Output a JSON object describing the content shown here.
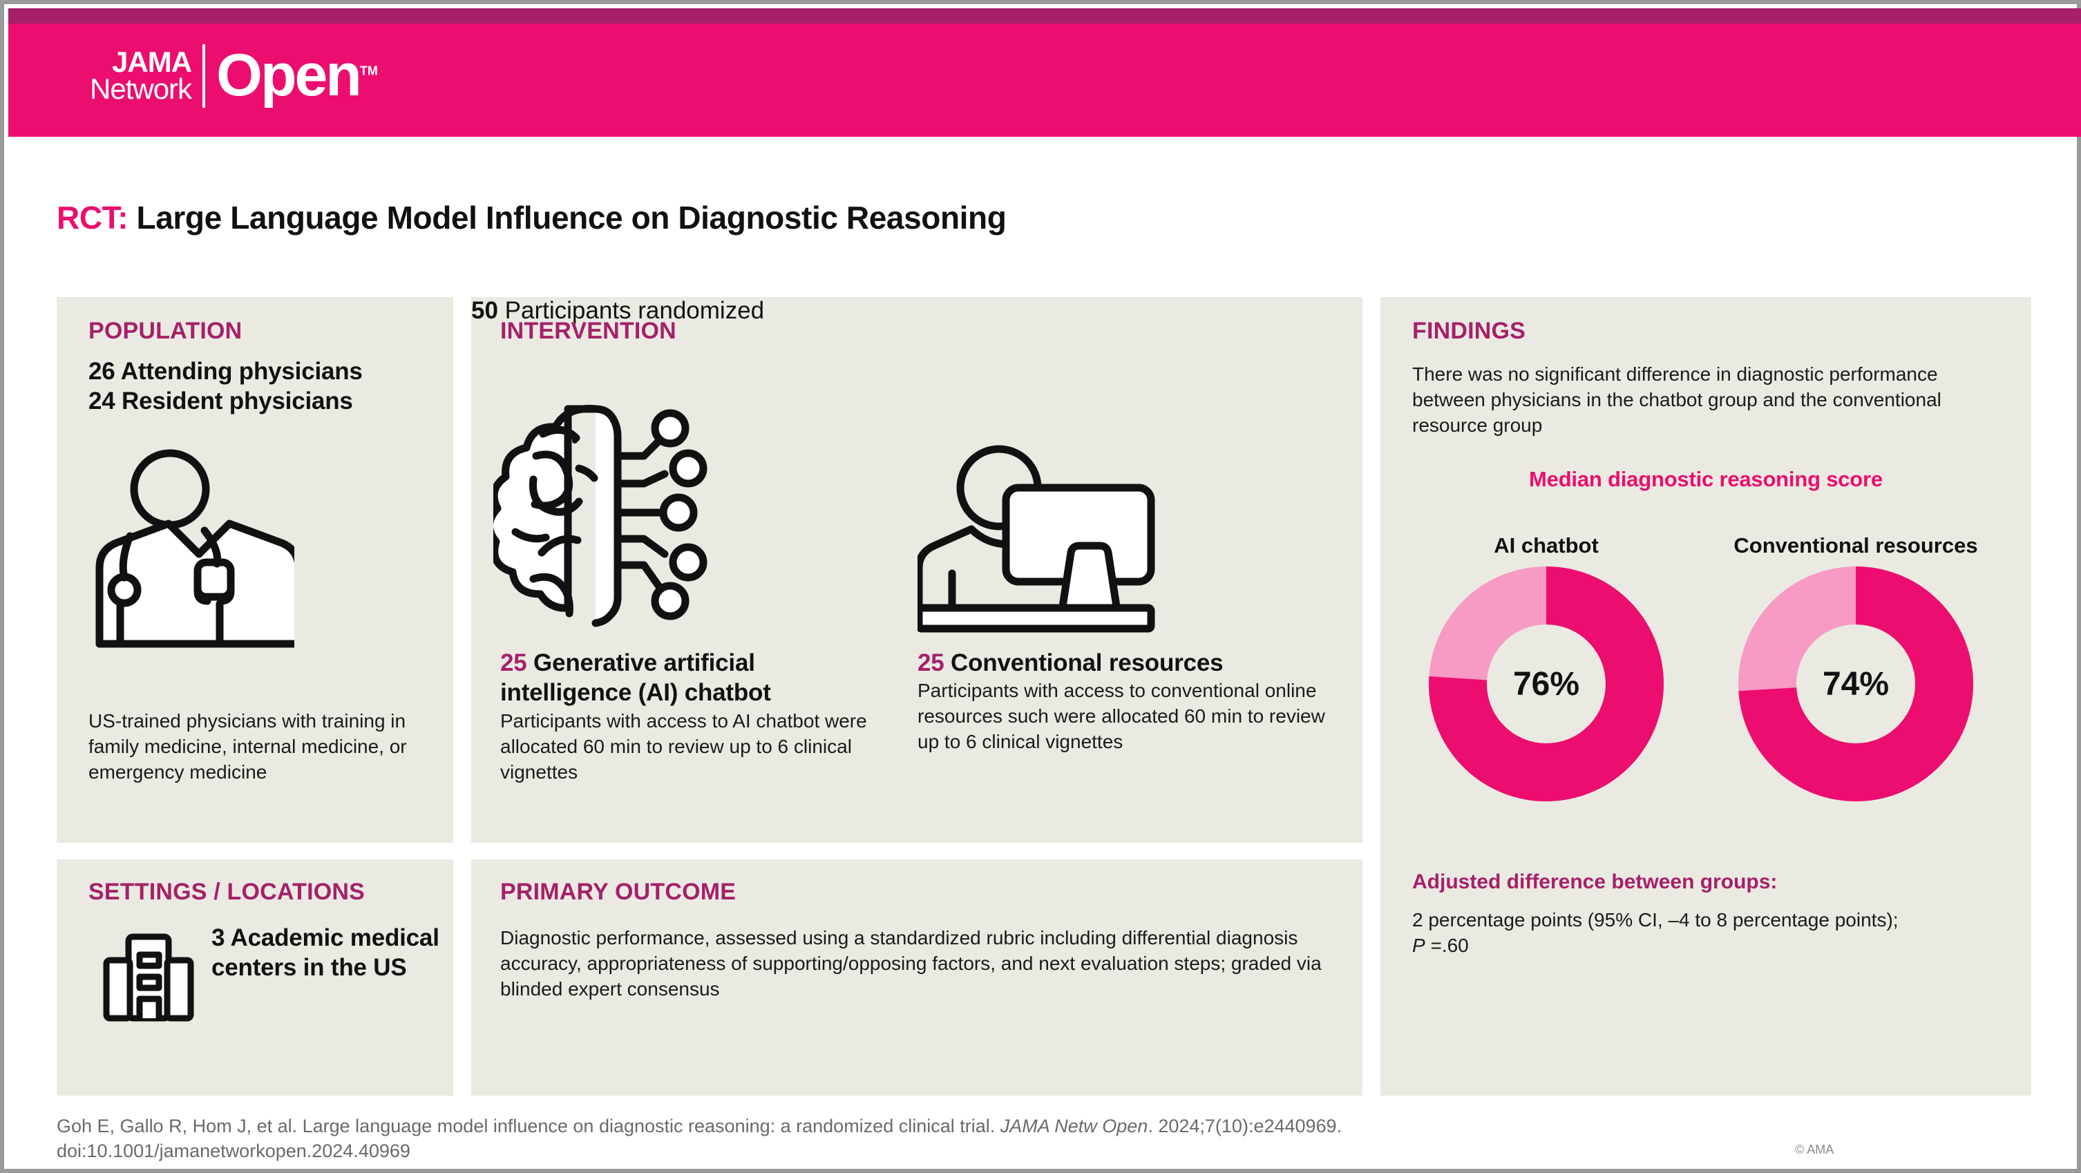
{
  "brand": {
    "line1": "JAMA",
    "line2": "Network",
    "open": "Open",
    "tm": "TM",
    "bar_color": "#ec0e6e",
    "stripe_color": "#a52069"
  },
  "title": {
    "prefix": "RCT:",
    "text": " Large Language Model Influence on Diagnostic Reasoning"
  },
  "colors": {
    "accent_magenta": "#ec0e6e",
    "accent_plum": "#a52069",
    "panel_bg": "#eaeae2",
    "donut_fill": "#ec0e6e",
    "donut_track": "#f79ac4"
  },
  "population": {
    "heading": "POPULATION",
    "line1_number": "26",
    "line1_text": " Attending physicians",
    "line2_number": "24",
    "line2_text": " Resident physicians",
    "icon": "physician-stethoscope-icon",
    "footnote": "US-trained physicians with training in family medicine, internal medicine, or emergency medicine"
  },
  "intervention": {
    "heading": "INTERVENTION",
    "randomized_number": "50",
    "randomized_text": " Participants randomized",
    "arms": [
      {
        "number": "25",
        "title": " Generative artificial intelligence (AI) chatbot",
        "body": "Participants with access to AI chatbot were allocated 60 min to review up to 6 clinical vignettes",
        "icon": "brain-circuit-icon"
      },
      {
        "number": "25",
        "title": " Conventional resources",
        "body": "Participants with access to conventional online resources such were allocated 60 min to review up to 6 clinical vignettes",
        "icon": "person-at-computer-icon"
      }
    ]
  },
  "settings": {
    "heading": "SETTINGS / LOCATIONS",
    "icon": "hospital-building-icon",
    "text": "3 Academic medical centers in the US"
  },
  "outcome": {
    "heading": "PRIMARY OUTCOME",
    "body": "Diagnostic performance, assessed using a standardized rubric including differential diagnosis accuracy, appropriateness of supporting/opposing factors, and next evaluation steps; graded via blinded expert consensus"
  },
  "findings": {
    "heading": "FINDINGS",
    "body": "There was no significant difference in diagnostic performance between physicians in the chatbot group and the conventional resource group",
    "chart_title": "Median diagnostic reasoning score",
    "adjusted_heading": "Adjusted difference between groups:",
    "adjusted_body_line1": "2 percentage points (95% CI, –4 to 8 percentage points);",
    "adjusted_p_italic": "P",
    "adjusted_p_value": " =.60"
  },
  "chart_data": {
    "type": "pie",
    "title": "Median diagnostic reasoning score",
    "unit": "%",
    "categories": [
      "AI chatbot",
      "Conventional resources"
    ],
    "values": [
      76,
      74
    ],
    "labels": [
      "76%",
      "74%"
    ],
    "series": [
      {
        "name": "AI chatbot",
        "value": 76,
        "remainder": 24,
        "center_label": "76%",
        "group_label": "AI chatbot"
      },
      {
        "name": "Conventional resources",
        "value": 74,
        "remainder": 26,
        "center_label": "74%",
        "group_label": "Conventional resources"
      }
    ],
    "fill_color": "#ec0e6e",
    "track_color": "#f79ac4",
    "ylim": [
      0,
      100
    ],
    "legend": "none",
    "grid": false
  },
  "footer": {
    "citation_pre": "Goh E, Gallo R, Hom J, et al. Large language model influence on diagnostic reasoning: a randomized clinical trial. ",
    "citation_journal": "JAMA Netw Open",
    "citation_post": ". 2024;7(10):e2440969.",
    "doi": "doi:10.1001/jamanetworkopen.2024.40969",
    "copyright": "© AMA"
  }
}
